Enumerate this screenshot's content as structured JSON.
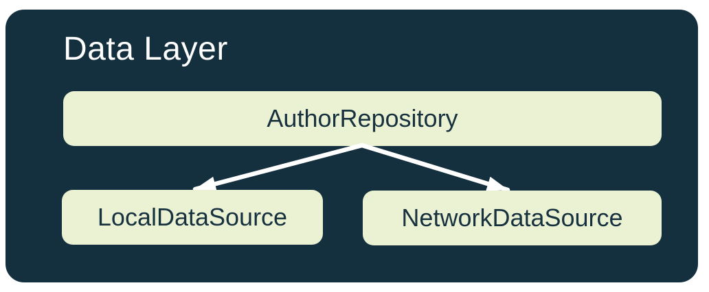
{
  "title": "Data Layer",
  "nodes": {
    "repository": {
      "label": "AuthorRepository"
    },
    "local": {
      "label": "LocalDataSource"
    },
    "network": {
      "label": "NetworkDataSource"
    }
  },
  "edges": [
    {
      "from": "AuthorRepository",
      "to": "LocalDataSource",
      "style": "arrow"
    },
    {
      "from": "AuthorRepository",
      "to": "NetworkDataSource",
      "style": "arrow"
    }
  ],
  "colors": {
    "page_background": "#FFFFFF",
    "frame_background": "#14303E",
    "node_fill": "#EBF2D3",
    "node_text": "#17313F",
    "title_text": "#FFFFFF",
    "arrow": "#FFFFFF"
  }
}
